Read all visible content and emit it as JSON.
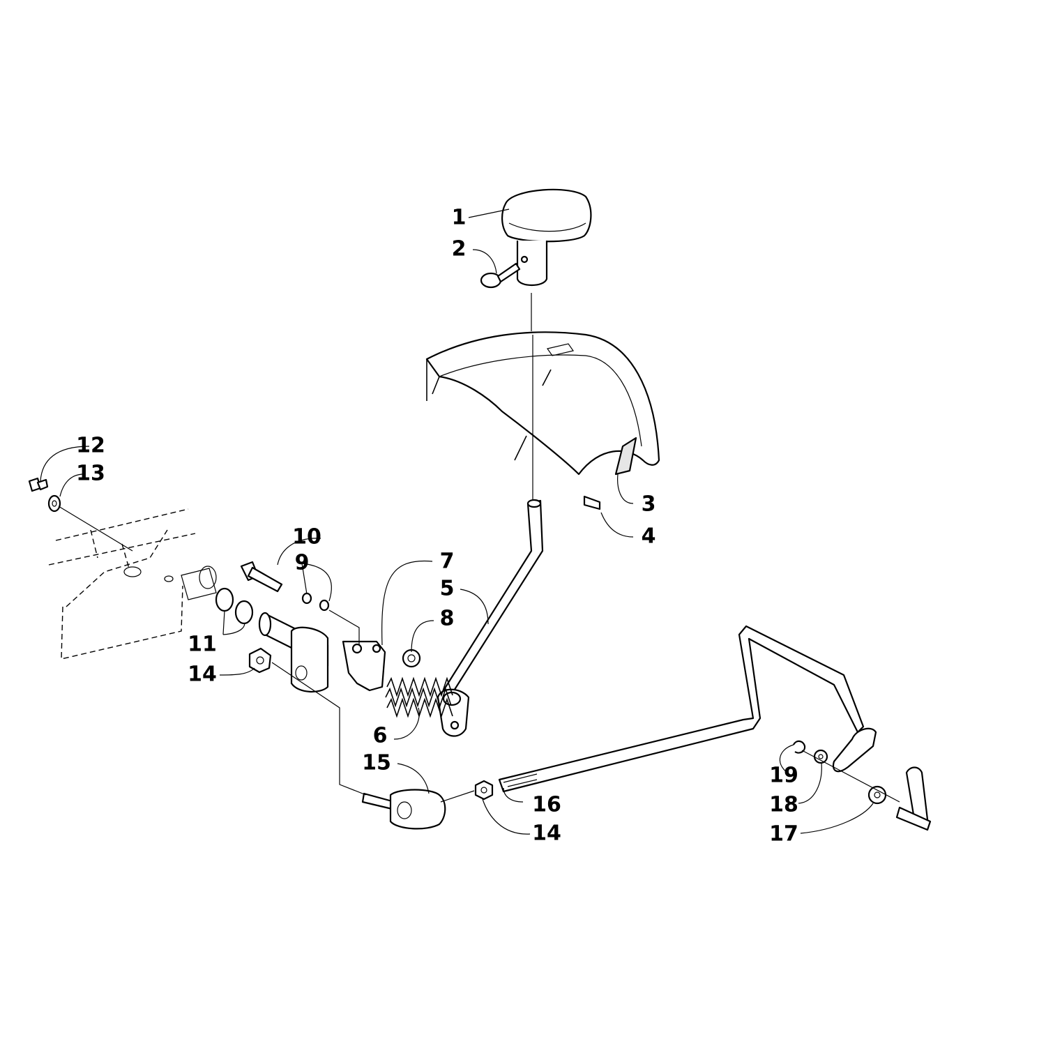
{
  "diagram": {
    "callouts": [
      {
        "id": "1",
        "text": "1"
      },
      {
        "id": "2",
        "text": "2"
      },
      {
        "id": "3",
        "text": "3"
      },
      {
        "id": "4",
        "text": "4"
      },
      {
        "id": "5",
        "text": "5"
      },
      {
        "id": "6",
        "text": "6"
      },
      {
        "id": "7",
        "text": "7"
      },
      {
        "id": "8",
        "text": "8"
      },
      {
        "id": "9",
        "text": "9"
      },
      {
        "id": "10",
        "text": "10"
      },
      {
        "id": "11",
        "text": "11"
      },
      {
        "id": "12",
        "text": "12"
      },
      {
        "id": "13",
        "text": "13"
      },
      {
        "id": "14a",
        "text": "14"
      },
      {
        "id": "15",
        "text": "15"
      },
      {
        "id": "16",
        "text": "16"
      },
      {
        "id": "14b",
        "text": "14"
      },
      {
        "id": "17",
        "text": "17"
      },
      {
        "id": "18",
        "text": "18"
      },
      {
        "id": "19",
        "text": "19"
      }
    ]
  }
}
